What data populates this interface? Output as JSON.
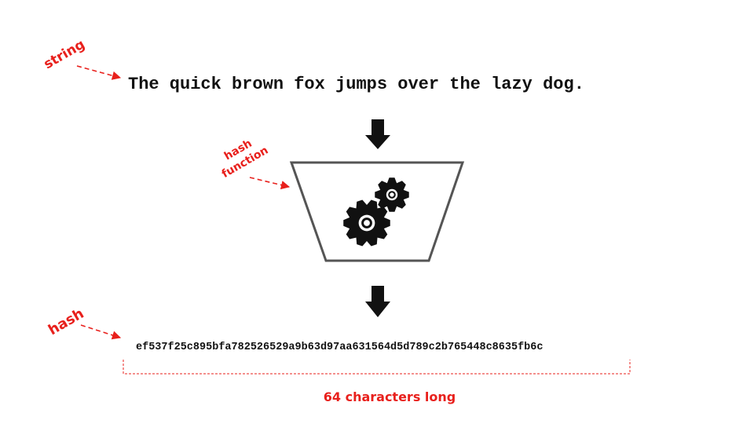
{
  "input_string": "The quick brown fox jumps over the lazy dog.",
  "hash_value": "ef537f25c895bfa782526529a9b63d97aa631564d5d789c2b765448c8635fb6c",
  "labels": {
    "string": "string",
    "hash_function_line1": "hash",
    "hash_function_line2": "function",
    "hash": "hash",
    "length_note": "64 characters long"
  },
  "icons": {
    "arrow": "down-arrow-icon",
    "gear": "gear-icon"
  },
  "colors": {
    "annotation": "#e8201c",
    "text": "#111111",
    "funnel_stroke": "#555555",
    "arrow_fill": "#111111"
  }
}
